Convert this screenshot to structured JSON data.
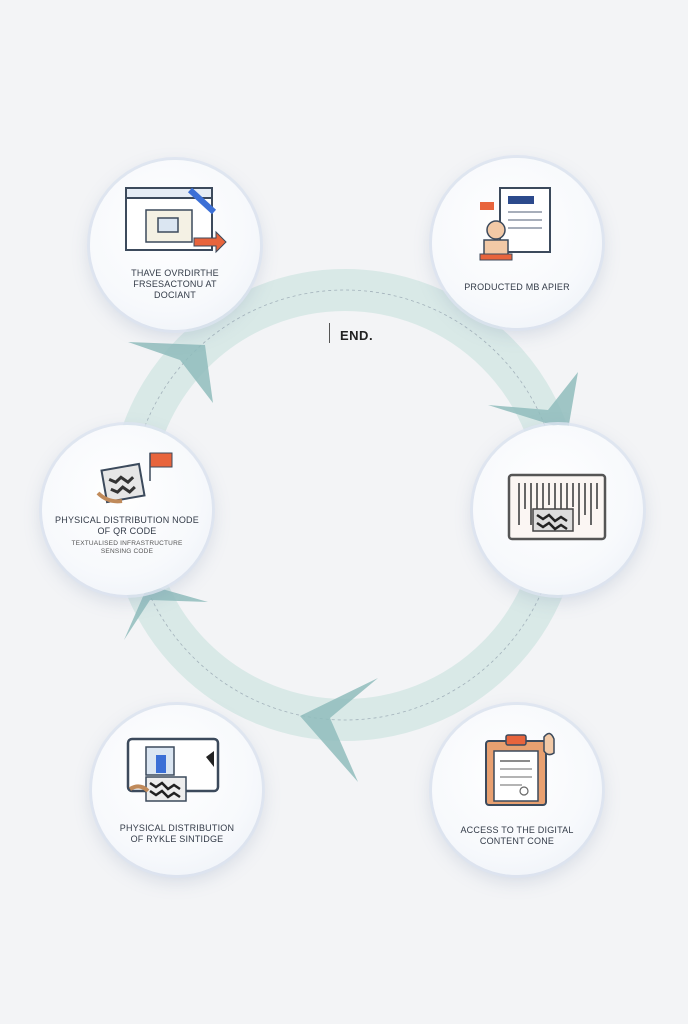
{
  "center": {
    "end_label": "END."
  },
  "nodes": [
    {
      "id": "top-left",
      "label_lines": [
        "THAVE OVRDIRTHE",
        "FRSESACTONU AT",
        "DOCIANT"
      ],
      "icon": "browser-window-icon"
    },
    {
      "id": "top-right",
      "label_lines": [
        "PRODUCTED MB APIER"
      ],
      "icon": "document-stamp-icon"
    },
    {
      "id": "middle-left",
      "label_lines": [
        "PHYSICAL DISTRIBUTION NODE",
        "OF QR CODE"
      ],
      "sub_lines": [
        "Textualised Infrastructure",
        "sensing code"
      ],
      "icon": "qr-scanner-hand-icon"
    },
    {
      "id": "middle-right",
      "label_lines": [],
      "icon": "barcode-screen-icon"
    },
    {
      "id": "bottom-left",
      "label_lines": [
        "PHYSICAL DISTRIBUTION",
        "OF RYKLE SINTIDGE"
      ],
      "icon": "monitor-hand-icon"
    },
    {
      "id": "bottom-right",
      "label_lines": [
        "ACCESS TO THE DIGITAL",
        "CONTENT CONE"
      ],
      "icon": "clipboard-hand-icon"
    }
  ],
  "colors": {
    "ring": "#c9dedd",
    "arrow": "#8fbcbc",
    "accent_orange": "#e8643c",
    "accent_blue": "#3b6fd6"
  }
}
